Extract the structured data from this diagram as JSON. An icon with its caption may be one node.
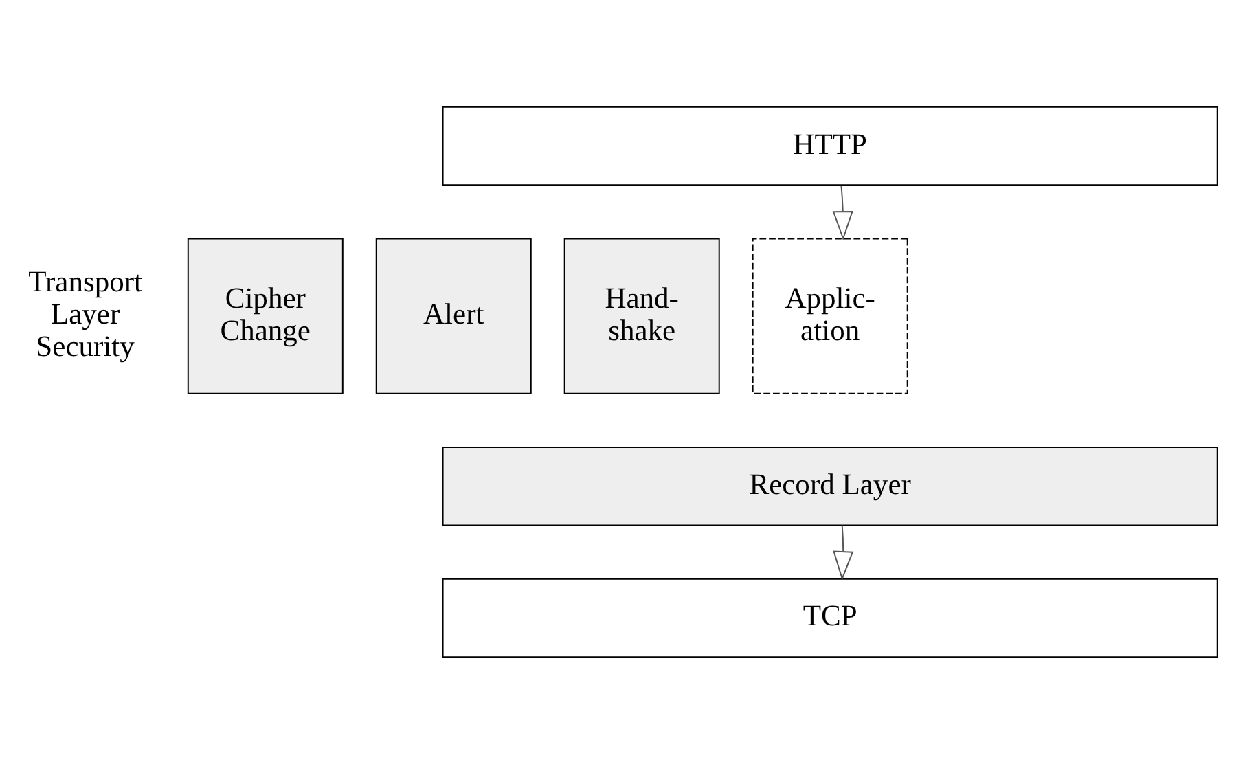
{
  "diagram": {
    "nodes": [
      {
        "text": [
          "HTTP"
        ]
      },
      {
        "text": [
          "Cipher Change"
        ]
      },
      {
        "text": [
          "Alert"
        ]
      },
      {
        "text": [
          "Hand- shake"
        ]
      },
      {
        "text": [
          "Applic- ation"
        ]
      },
      {
        "text": [
          "Record Layer"
        ]
      },
      {
        "text": [
          "TCP"
        ]
      }
    ],
    "edges": [
      {
        "from": 0,
        "to": 4,
        "arrow": "to"
      },
      {
        "from": 5,
        "to": 6,
        "arrow": "to"
      }
    ],
    "labels": [
      "Transport Layer Security"
    ]
  }
}
